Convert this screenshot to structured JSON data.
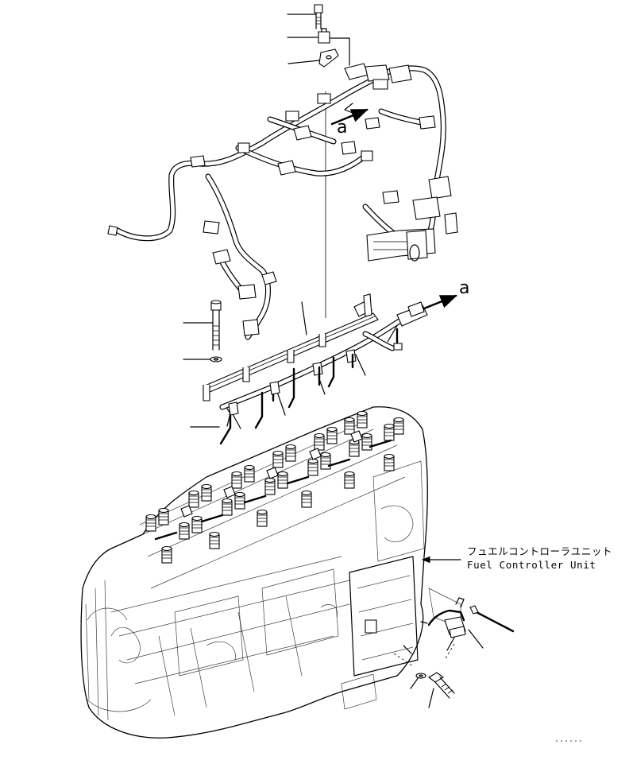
{
  "annotations": {
    "arrow_upper": "a",
    "arrow_right": "a"
  },
  "callout": {
    "japanese": "フュエルコントローラユニット",
    "english": "Fuel Controller Unit"
  },
  "colors": {
    "ink": "#000000",
    "paper": "#ffffff"
  }
}
